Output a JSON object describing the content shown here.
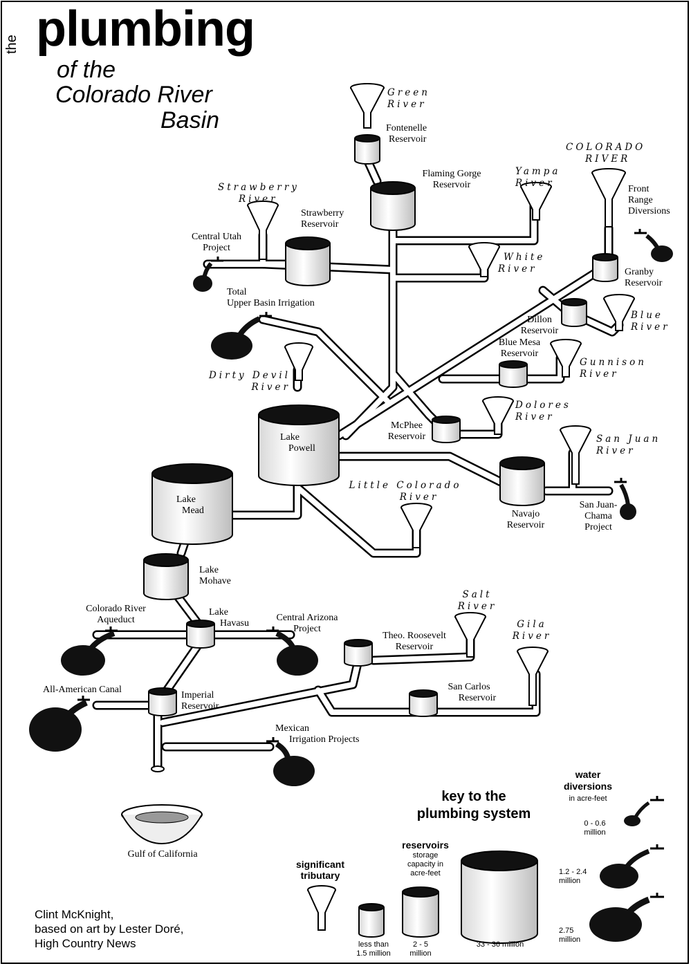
{
  "title": {
    "prefix": "the",
    "main": "plumbing",
    "line2": "of the",
    "line3": "Colorado River",
    "line4": "Basin"
  },
  "labels": {
    "green_river": [
      "Green",
      "River"
    ],
    "fontenelle": [
      "Fontenelle",
      "Reservoir"
    ],
    "flaming_gorge": [
      "Flaming Gorge",
      "Reservoir"
    ],
    "yampa_river": [
      "Yampa",
      "River"
    ],
    "colorado_river": [
      "COLORADO",
      "RIVER"
    ],
    "front_range": [
      "Front",
      "Range",
      "Diversions"
    ],
    "strawberry_river": [
      "Strawberry",
      "River"
    ],
    "strawberry_res": [
      "Strawberry",
      "Reservoir"
    ],
    "central_utah": [
      "Central Utah",
      "Project"
    ],
    "white_river": [
      "White",
      "River"
    ],
    "granby": [
      "Granby",
      "Reservoir"
    ],
    "upper_basin": [
      "Total",
      "Upper Basin Irrigation"
    ],
    "blue_river": [
      "Blue",
      "River"
    ],
    "dillon": [
      "Dillon",
      "Reservoir"
    ],
    "blue_mesa": [
      "Blue Mesa",
      "Reservoir"
    ],
    "gunnison_river": [
      "Gunnison",
      "River"
    ],
    "dirty_devil": [
      "Dirty Devil",
      "River"
    ],
    "dolores_river": [
      "Dolores",
      "River"
    ],
    "mcphee": [
      "McPhee",
      "Reservoir"
    ],
    "lake_powell": [
      "Lake",
      "Powell"
    ],
    "san_juan_river": [
      "San Juan",
      "River"
    ],
    "little_colorado": [
      "Little Colorado",
      "River"
    ],
    "lake_mead": [
      "Lake",
      "Mead"
    ],
    "navajo": [
      "Navajo",
      "Reservoir"
    ],
    "san_juan_chama": [
      "San Juan-",
      "Chama",
      "Project"
    ],
    "lake_mohave": [
      "Lake",
      "Mohave"
    ],
    "salt_river": [
      "Salt",
      "River"
    ],
    "colorado_aqueduct": [
      "Colorado River",
      "Aqueduct"
    ],
    "lake_havasu": [
      "Lake",
      "Havasu"
    ],
    "central_arizona": [
      "Central Arizona",
      "Project"
    ],
    "roosevelt": [
      "Theo. Roosevelt",
      "Reservoir"
    ],
    "gila_river": [
      "Gila",
      "River"
    ],
    "all_american": [
      "All-American Canal"
    ],
    "imperial": [
      "Imperial",
      "Reservoir"
    ],
    "san_carlos": [
      "San Carlos",
      "Reservoir"
    ],
    "mexican": [
      "Mexican",
      "Irrigation Projects"
    ],
    "gulf": [
      "Gulf of California"
    ]
  },
  "key": {
    "title": [
      "key to the",
      "plumbing system"
    ],
    "tributary": [
      "significant",
      "tributary"
    ],
    "reservoirs_title": "reservoirs",
    "reservoirs_sub": [
      "storage",
      "capacity in",
      "acre-feet"
    ],
    "sizes": [
      [
        "less than",
        "1.5 million"
      ],
      [
        "2 - 5",
        "million"
      ],
      [
        "33 - 36 million"
      ]
    ],
    "diversions_title": [
      "water",
      "diversions"
    ],
    "diversions_sub": "in acre-feet",
    "div_sizes": [
      [
        "0 - 0.6",
        "million"
      ],
      [
        "1.2 - 2.4",
        "million"
      ],
      [
        "2.75",
        "million"
      ]
    ]
  },
  "credit": [
    "Clint McKnight,",
    "based on art by Lester Doré,",
    "High Country News"
  ]
}
